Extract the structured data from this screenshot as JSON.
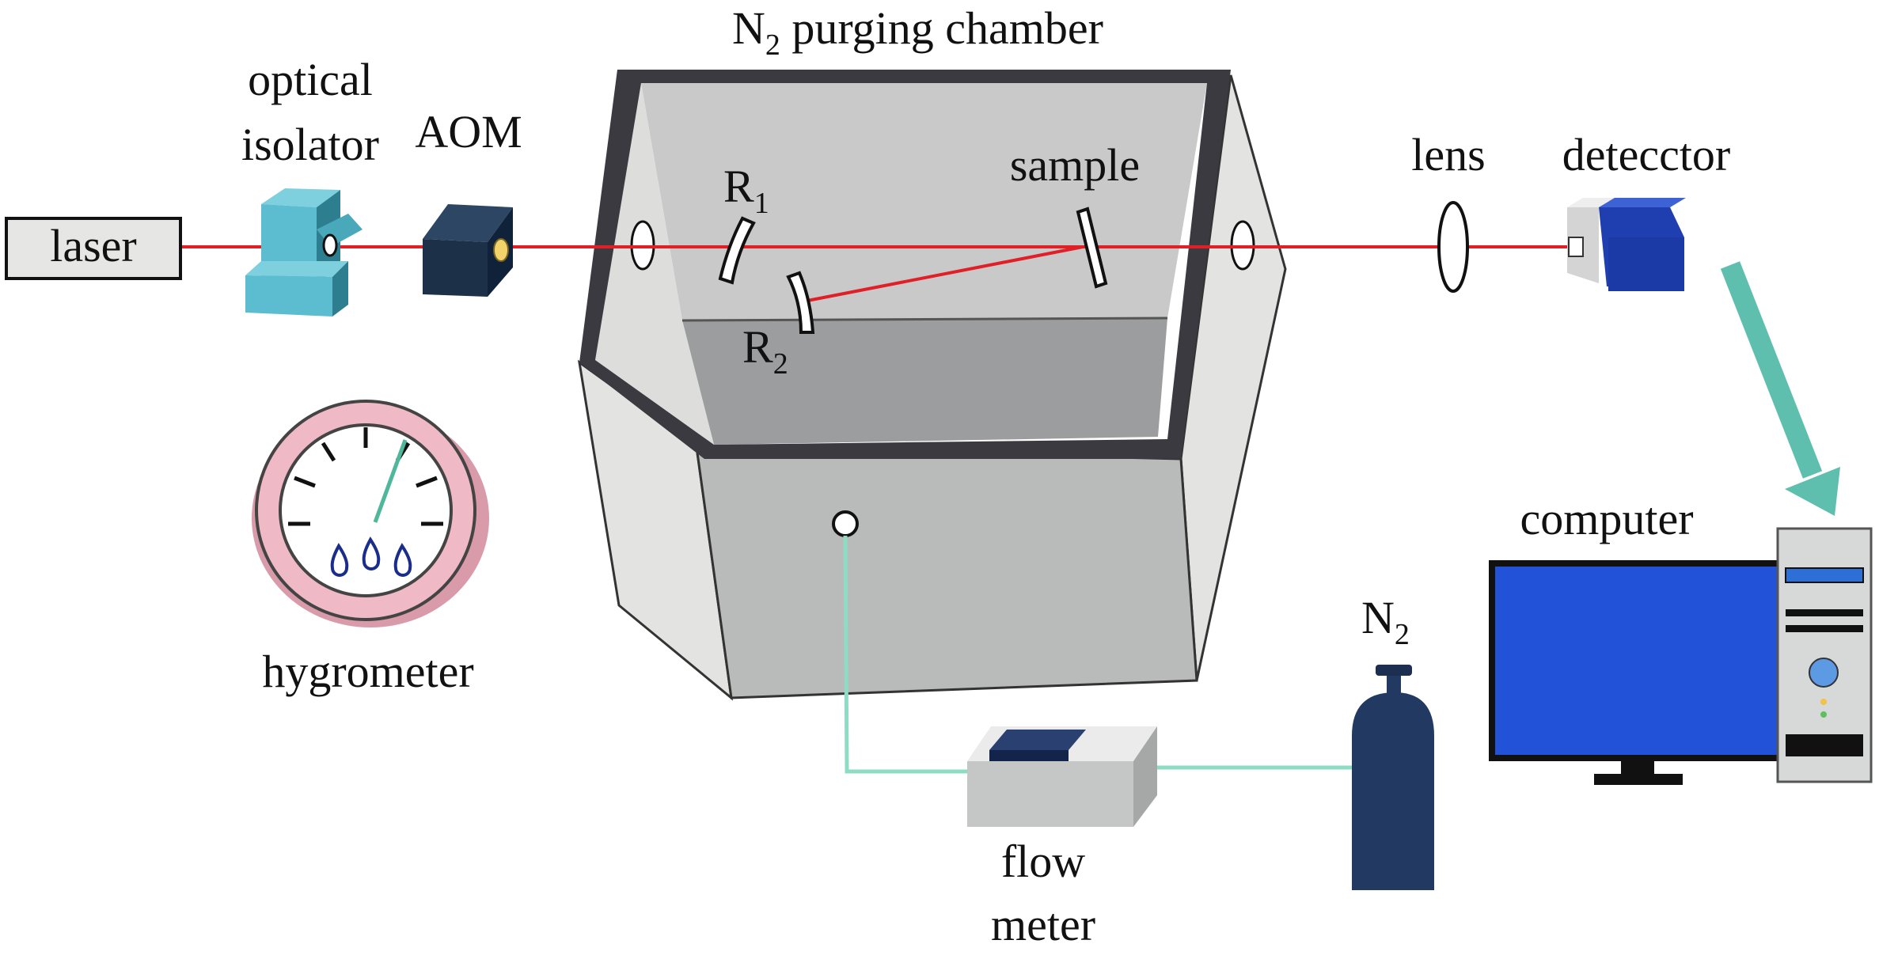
{
  "labels": {
    "laser": "laser",
    "optical_isolator_line1": "optical",
    "optical_isolator_line2": "isolator",
    "aom": "AOM",
    "chamber_main": "N",
    "chamber_sub": "2",
    "chamber_rest": " purging chamber",
    "r1_main": "R",
    "r1_sub": "1",
    "r2_main": "R",
    "r2_sub": "2",
    "sample": "sample",
    "lens": "lens",
    "detector": "detecctor",
    "computer": "computer",
    "hygrometer": "hygrometer",
    "n2_main": "N",
    "n2_sub": "2",
    "flow_meter_line1": "flow",
    "flow_meter_line2": "meter"
  },
  "colors": {
    "laser_beam": "#e01f26",
    "chamber_frame": "#3a3a40",
    "chamber_back": "#c6c7c6",
    "chamber_floor": "#9d9e9f",
    "chamber_side": "#e5e6e3",
    "isolator": "#5bbdcf",
    "aom_body": "#1c3048",
    "aom_window": "#f2d26b",
    "detector_body": "#1f3fb0",
    "detector_face": "#d4d4d4",
    "gas_line": "#8fdcc4",
    "signal_arrow": "#5fbfae",
    "hygrometer_ring": "#efb9c6",
    "cylinder": "#223a62",
    "monitor_screen": "#2152d8",
    "pc_case": "#d6d9d7"
  },
  "icons": {
    "laser": "laser-source-icon",
    "isolator": "optical-isolator-icon",
    "aom": "aom-modulator-icon",
    "detector": "detector-icon",
    "lens": "lens-icon",
    "hygrometer": "hygrometer-gauge-icon",
    "cylinder": "gas-cylinder-icon",
    "flow_meter": "flow-meter-icon",
    "computer": "computer-icon"
  }
}
